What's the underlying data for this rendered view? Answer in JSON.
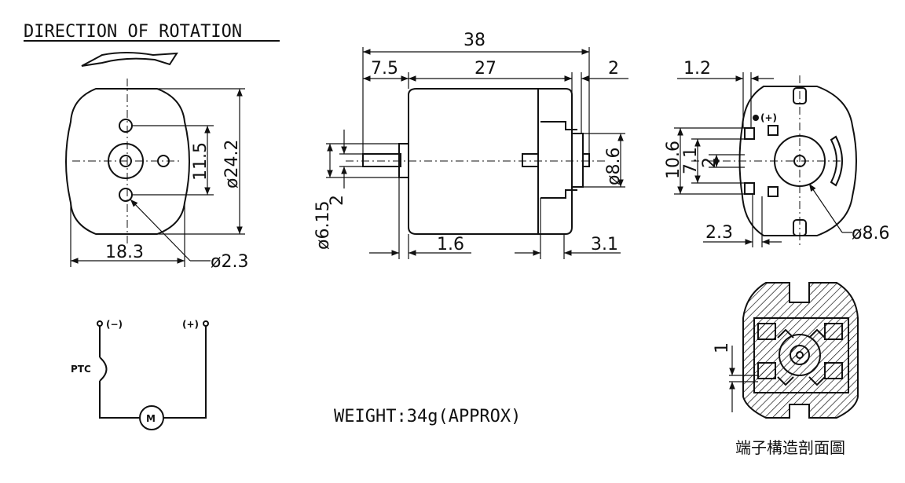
{
  "title": "DIRECTION OF ROTATION",
  "weight": "WEIGHT:34g(APPROX)",
  "section_title": "端子構造剖面圖",
  "front_view": {
    "dim_width": "18.3",
    "dim_height": "ø24.2",
    "dim_holes": "11.5",
    "dim_hole_dia": "ø2.3"
  },
  "side_view": {
    "dim_total": "38",
    "dim_shaft": "7.5",
    "dim_body": "27",
    "dim_end": "2",
    "dim_boss": "ø8.6",
    "dim_shaft_dia": "ø6.15",
    "dim_shaft_small": "2",
    "dim_1_6": "1.6",
    "dim_3_1": "3.1"
  },
  "rear_view": {
    "dim_1_2": "1.2",
    "dim_10_6": "10.6",
    "dim_7_1": "7.1",
    "dim_2": "2",
    "dim_2_3": "2.3",
    "dim_boss": "ø8.6",
    "plus_mark": "(+)"
  },
  "section_view": {
    "dim_1": "1"
  },
  "circuit": {
    "minus": "(−)",
    "plus": "(+)",
    "ptc": "PTC",
    "motor": "M"
  }
}
